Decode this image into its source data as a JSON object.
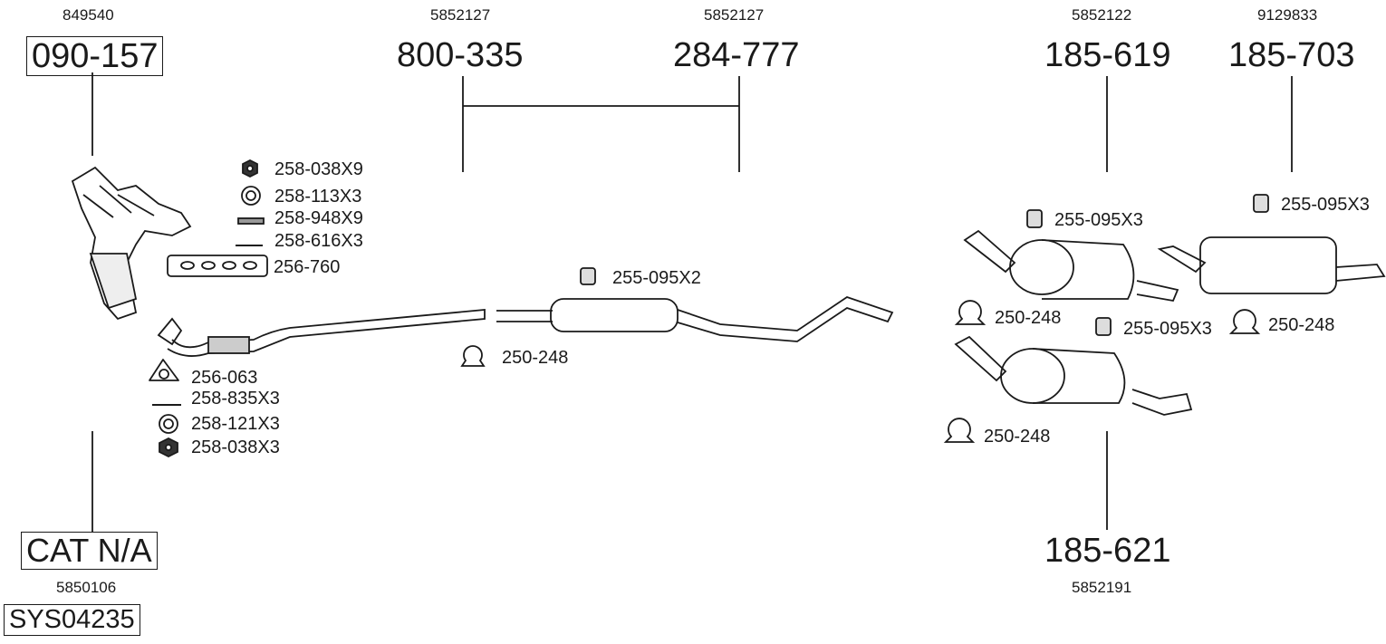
{
  "groups": [
    {
      "oe": "849540",
      "part": "090-157"
    },
    {
      "oe": "5852127",
      "part": "800-335"
    },
    {
      "oe": "5852127",
      "part": "284-777"
    },
    {
      "oe": "5852122",
      "part": "185-619"
    },
    {
      "oe": "9129833",
      "part": "185-703"
    },
    {
      "oe": "5850106",
      "part": "CAT N/A"
    },
    {
      "oe": "5852191",
      "part": "185-621"
    }
  ],
  "system_code": "SYS04235",
  "accessories": {
    "manifold": [
      "258-038X9",
      "258-113X3",
      "258-948X9",
      "258-616X3",
      "256-760"
    ],
    "front_pipe": [
      "256-063",
      "258-835X3",
      "258-121X3",
      "258-038X3"
    ],
    "middle": [
      "255-095X2",
      "250-248"
    ],
    "rear_a": [
      "255-095X3",
      "250-248"
    ],
    "rear_b": [
      "255-095X3",
      "250-248"
    ],
    "rear_c": [
      "255-095X3",
      "250-248"
    ]
  }
}
